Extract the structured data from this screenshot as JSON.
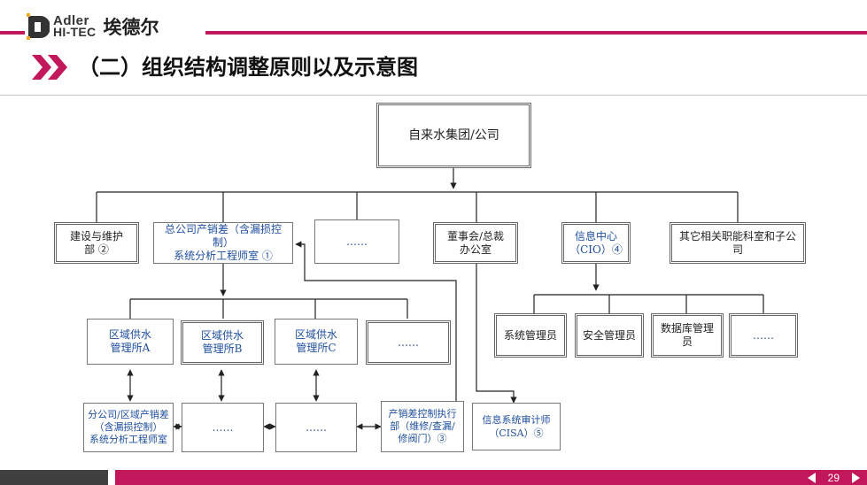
{
  "header": {
    "logo_en_line1": "Adler",
    "logo_en_line2": "HI-TEC",
    "logo_cn": "埃德尔",
    "title": "（二）组织结构调整原则以及示意图"
  },
  "diagram": {
    "root": "自来水集团/公司",
    "level1": [
      "建设与维护\n部 ②",
      "总公司产销差（含漏损控制）\n系统分析工程师室 ①",
      "……",
      "董事会/总裁\n办公室",
      "信息中心\n（CIO）④",
      "其它相关职能科室和子公司"
    ],
    "regional": [
      "区域供水\n管理所A",
      "区域供水\n管理所B",
      "区域供水\n管理所C",
      "……"
    ],
    "it_staff": [
      "系统管理员",
      "安全管理员",
      "数据库管理员",
      "……"
    ],
    "bottom": [
      "分公司/区域产销差\n（含漏损控制）\n系统分析工程师室",
      "……",
      "……",
      "产销差控制执行\n部（维修/查漏/\n修阀门）③",
      "信息系统审计师\n（CISA）⑤"
    ]
  },
  "footer": {
    "page_number": "29"
  }
}
